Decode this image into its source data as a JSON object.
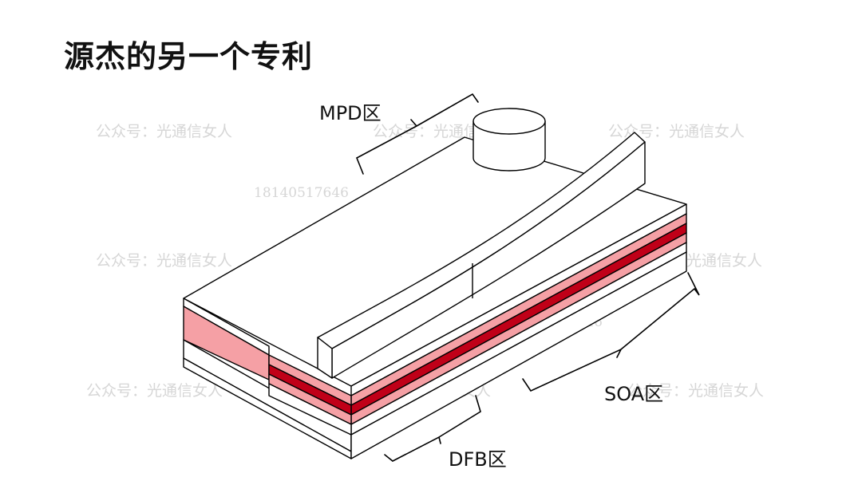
{
  "title": "源杰的另一个专利",
  "watermarks": {
    "text": "公众号：光通信女人",
    "phone": "18140517646"
  },
  "labels": {
    "mpd": "MPD区",
    "soa": "SOA区",
    "dfb": "DFB区"
  },
  "colors": {
    "active_layer": "#c00018",
    "cladding": "#f5a0a5",
    "outline": "#000000"
  }
}
